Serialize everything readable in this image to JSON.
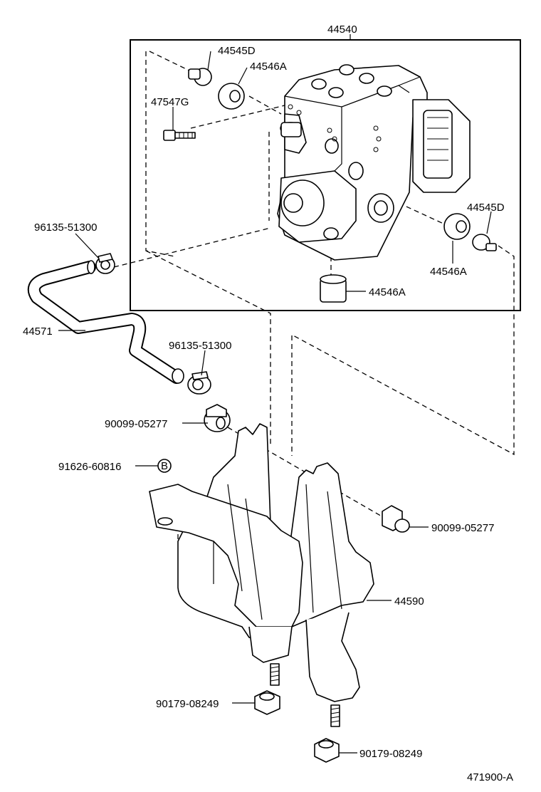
{
  "labels": {
    "assembly": "44540",
    "bolt_upper": "44545D",
    "cushion_upper": "44546A",
    "bolt_stud": "47547G",
    "bolt_right": "44545D",
    "cushion_right": "44546A",
    "cushion_bottom": "44546A",
    "clamp_left": "96135-51300",
    "hose": "44571",
    "clamp_right": "96135-51300",
    "nut_upper": "90099-05277",
    "bolt_b": "91626-60816",
    "b_marker": "B",
    "nut_right": "90099-05277",
    "bracket": "44590",
    "nut_lower_left": "90179-08249",
    "nut_lower_right": "90179-08249",
    "diagram_code": "471900-A"
  }
}
